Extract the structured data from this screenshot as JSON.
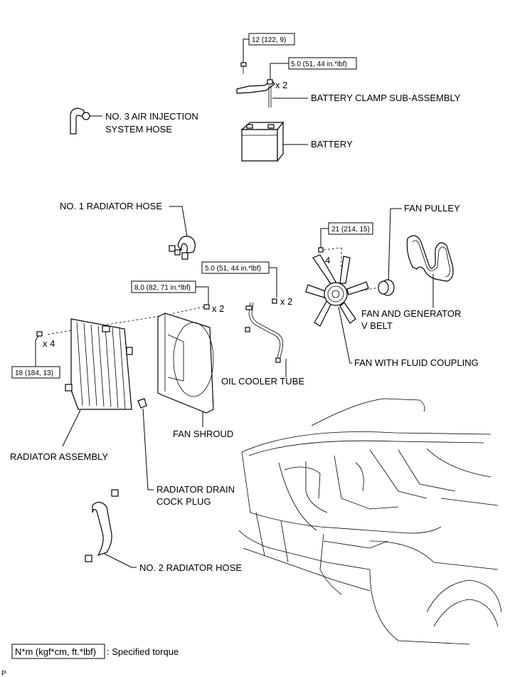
{
  "labels": {
    "battery_clamp": "BATTERY CLAMP SUB-ASSEMBLY",
    "battery": "BATTERY",
    "air_injection_hose_line1": "NO. 3 AIR INJECTION",
    "air_injection_hose_line2": "SYSTEM HOSE",
    "radiator_hose_1": "NO. 1 RADIATOR HOSE",
    "fan_pulley": "FAN PULLEY",
    "fan_belt_line1": "FAN AND GENERATOR",
    "fan_belt_line2": "V BELT",
    "fan_fluid_coupling": "FAN WITH FLUID COUPLING",
    "oil_cooler_tube": "OIL COOLER TUBE",
    "fan_shroud": "FAN SHROUD",
    "radiator_assembly": "RADIATOR ASSEMBLY",
    "drain_cock_line1": "RADIATOR DRAIN",
    "drain_cock_line2": "COCK PLUG",
    "radiator_hose_2": "NO. 2 RADIATOR HOSE"
  },
  "torques": {
    "battery_top": "12 (122, 9)",
    "battery_clamp": "5.0 (51, 44 in.*lbf)",
    "fan": "21 (214, 15)",
    "oil_cooler": "5.0 (51, 44 in.*lbf)",
    "shroud": "8.0 (82, 71 in.*lbf)",
    "radiator": "18 (184, 13)"
  },
  "quantities": {
    "clamp_x": "x 2",
    "fan_x": "x 4",
    "oil_cooler_x": "x 2",
    "shroud_x": "x 2",
    "radiator_x": "x 4"
  },
  "legend": {
    "box_text": "N*m (kgf*cm, ft.*lbf)",
    "description": ": Specified torque"
  },
  "footer_code": "P"
}
